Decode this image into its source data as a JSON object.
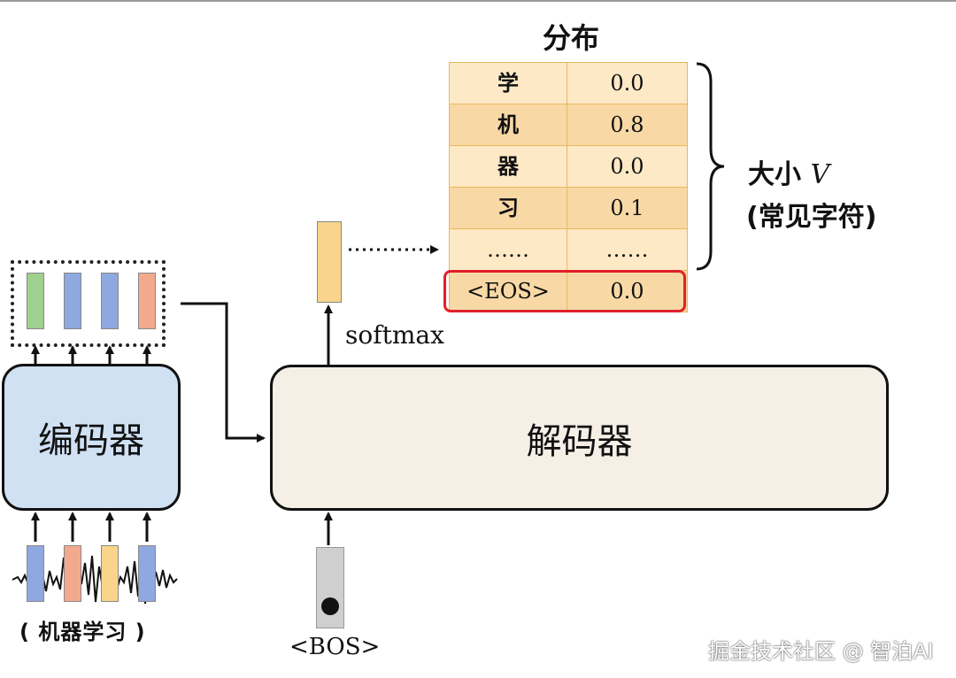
{
  "distribution": {
    "title": "分布",
    "rows": [
      {
        "token": "学",
        "prob": "0.0"
      },
      {
        "token": "机",
        "prob": "0.8"
      },
      {
        "token": "器",
        "prob": "0.0"
      },
      {
        "token": "习",
        "prob": "0.1"
      },
      {
        "token": "……",
        "prob": "……"
      },
      {
        "token": "<EOS>",
        "prob": "0.0"
      }
    ],
    "size_label": "大小",
    "size_var": "V",
    "size_sub": "(常见字符)"
  },
  "encoder": {
    "label": "编码器"
  },
  "decoder": {
    "label": "解码器"
  },
  "softmax_label": "softmax",
  "bos_label": "<BOS>",
  "input_label": "( 机器学习 )",
  "watermark": "掘金技术社区 @ 智泊AI",
  "colors": {
    "encoder_fill": "#cfe1f3",
    "decoder_fill": "#f5efe6",
    "table_light": "#fde9c6",
    "table_dark": "#f8d9a6",
    "eos_highlight": "#e0202a",
    "vec_green": "#9fd08f",
    "vec_blue": "#8ea8e0",
    "vec_salmon": "#f3a98e",
    "vec_yellow": "#f8d58a"
  }
}
